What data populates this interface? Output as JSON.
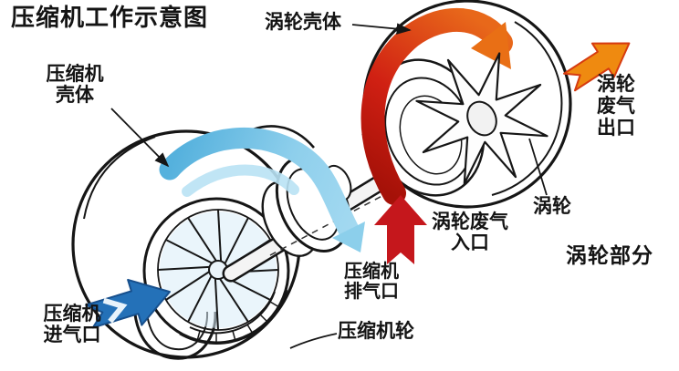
{
  "title": "压缩机工作示意图",
  "labels": {
    "turbine_housing": "涡轮壳体",
    "compressor_housing": {
      "lines": [
        "压缩机",
        "壳体"
      ]
    },
    "turbine_exhaust_outlet": {
      "lines": [
        "涡轮",
        "废气",
        "出口"
      ]
    },
    "turbine": "涡轮",
    "turbine_section": "涡轮部分",
    "turbine_exhaust_inlet": {
      "lines": [
        "涡轮废气",
        "入口"
      ]
    },
    "compressor_exhaust_outlet": {
      "lines": [
        "压缩机",
        "排气口"
      ]
    },
    "compressor_wheel": "压缩机轮",
    "compressor_intake": {
      "lines": [
        "压缩机",
        "进气口"
      ]
    }
  },
  "colors": {
    "background": "#ffffff",
    "outline": "#161616",
    "intake_air_arrow": "#2471b8",
    "compressed_air_flow": "#7fc6e6",
    "exhaust_gas_flow_dark": "#a51108",
    "exhaust_gas_flow_bright": "#e8681a",
    "turbine_inlet_arrow": "#c5171c",
    "turbine_outlet_arrow": "#ef8a10"
  }
}
